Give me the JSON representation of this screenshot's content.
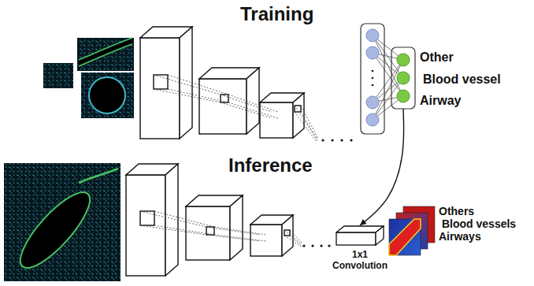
{
  "diagram": {
    "nodes": [
      {
        "text": [
          "Other",
          "Blood vessel",
          "Airway"
        ]
      },
      {
        "text": [
          "1x1 Convolution"
        ]
      }
    ],
    "edges": [
      {
        "from": 0,
        "to": 1,
        "arrow": "to"
      }
    ],
    "labels": [
      "Training",
      "Inference",
      "Others",
      "Blood vessels",
      "Airways"
    ]
  }
}
